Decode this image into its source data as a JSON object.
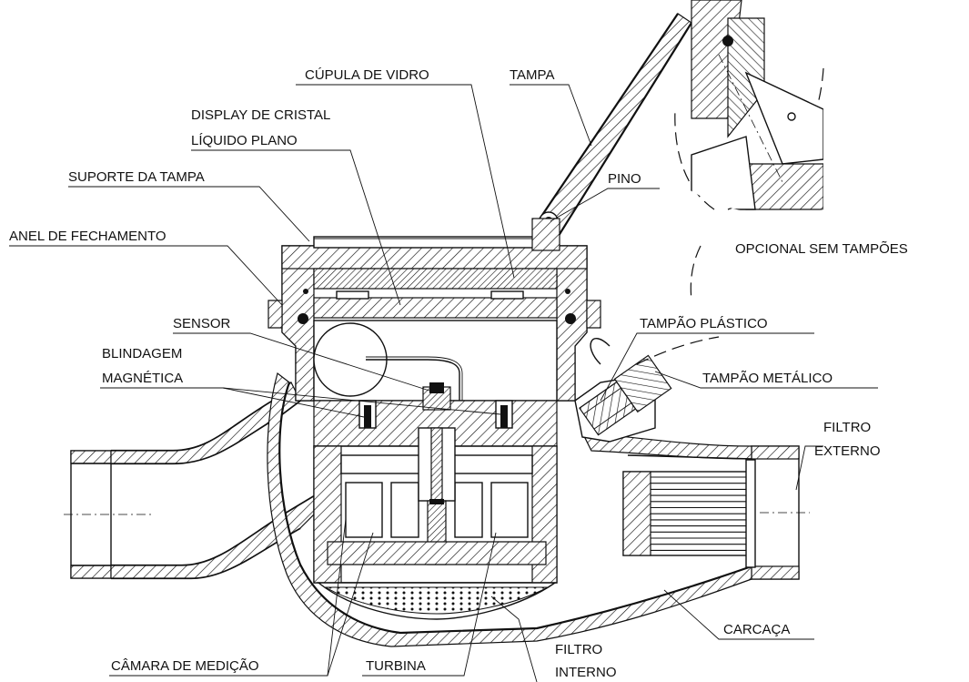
{
  "diagram": {
    "labels": {
      "cupula": "CÚPULA DE VIDRO",
      "tampa": "TAMPA",
      "display_l1": "DISPLAY DE CRISTAL",
      "display_l2": "LÍQUIDO PLANO",
      "suporte": "SUPORTE DA TAMPA",
      "pino": "PINO",
      "anel": "ANEL DE FECHAMENTO",
      "opcional": "OPCIONAL SEM TAMPÕES",
      "sensor": "SENSOR",
      "tampao_plastico": "TAMPÃO PLÁSTICO",
      "blindagem_l1": "BLINDAGEM",
      "blindagem_l2": "MAGNÉTICA",
      "tampao_metalico": "TAMPÃO METÁLICO",
      "filtro_ext_l1": "FILTRO",
      "filtro_ext_l2": "EXTERNO",
      "carcaca": "CARCAÇA",
      "camara": "CÂMARA DE MEDIÇÃO",
      "turbina": "TURBINA",
      "filtro_int_l1": "FILTRO",
      "filtro_int_l2": "INTERNO"
    }
  }
}
